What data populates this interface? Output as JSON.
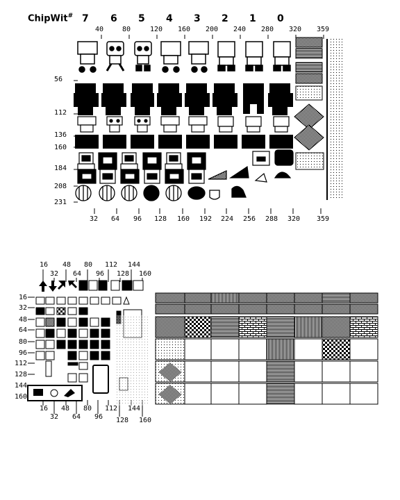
{
  "title": "ChipWit",
  "title_mark": "#",
  "top_sheet": {
    "frame_numbers": [
      "7",
      "6",
      "5",
      "4",
      "3",
      "2",
      "1",
      "0"
    ],
    "x_top_ticks": [
      "40",
      "80",
      "120",
      "160",
      "200",
      "240",
      "280",
      "320",
      "359"
    ],
    "y_ticks": [
      "56",
      "112",
      "136",
      "160",
      "184",
      "208",
      "231"
    ],
    "x_bottom_ticks": [
      "32",
      "64",
      "96",
      "128",
      "160",
      "192",
      "224",
      "256",
      "288",
      "320",
      "359"
    ]
  },
  "icon_sheet": {
    "x_top_ticks": [
      "16",
      "32",
      "48",
      "64",
      "80",
      "96",
      "112",
      "128",
      "144",
      "160"
    ],
    "y_ticks": [
      "16",
      "32",
      "48",
      "64",
      "80",
      "96",
      "112",
      "128",
      "144",
      "160"
    ],
    "x_bottom_ticks": [
      "16",
      "32",
      "48",
      "64",
      "80",
      "96",
      "112",
      "128",
      "144",
      "160"
    ]
  },
  "colors": {
    "ink": "#000000",
    "paper": "#ffffff"
  }
}
